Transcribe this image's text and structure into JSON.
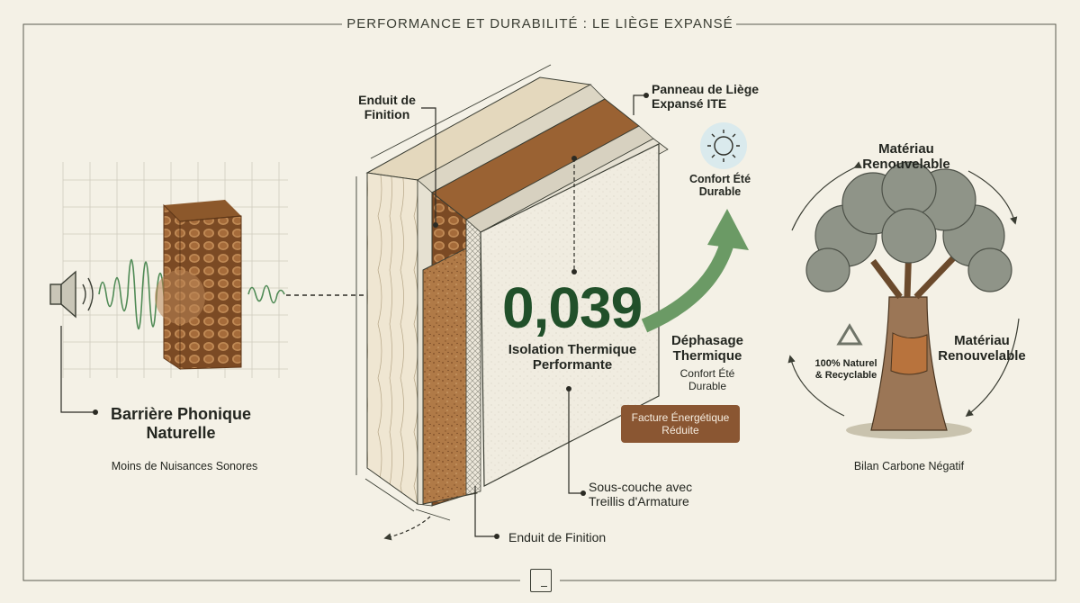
{
  "title": "PERFORMANCE ET DURABILITÉ : LE LIÈGE EXPANSÉ",
  "acoustic": {
    "heading_line1": "Barrière Phonique",
    "heading_line2": "Naturelle",
    "caption": "Moins de Nuisances Sonores"
  },
  "wall": {
    "label_enduit_top_1": "Enduit de",
    "label_enduit_top_2": "Finition",
    "label_panneau_1": "Panneau de Liège",
    "label_panneau_2": "Expansé ITE",
    "value": "0,039",
    "value_caption_1": "Isolation Thermique",
    "value_caption_2": "Performante",
    "label_souscouche_1": "Sous-couche avec",
    "label_souscouche_2": "Treillis d'Armature",
    "label_enduit_bottom": "Enduit de Finition"
  },
  "comfort": {
    "sun_label_1": "Confort Été",
    "sun_label_2": "Durable",
    "dephasage_1": "Déphasage",
    "dephasage_2": "Thermique",
    "dephasage_sub_1": "Confort Été",
    "dephasage_sub_2": "Durable",
    "badge_1": "Facture Énergétique",
    "badge_2": "Réduite"
  },
  "ecology": {
    "top_1": "Matériau",
    "top_2": "Renouvelable",
    "right_1": "Matériau",
    "right_2": "Renouvelable",
    "recycle_1": "100% Naturel",
    "recycle_2": "& Recyclable",
    "caption": "Bilan Carbone Négatif"
  },
  "colors": {
    "background": "#f4f1e6",
    "green_dark": "#21502a",
    "green_mid": "#4f8a55",
    "cork": "#a8703f",
    "badge": "#8a5632"
  },
  "icons": [
    "speaker-icon",
    "sun-icon",
    "recycle-icon",
    "tree-icon",
    "arrow-up-icon"
  ]
}
